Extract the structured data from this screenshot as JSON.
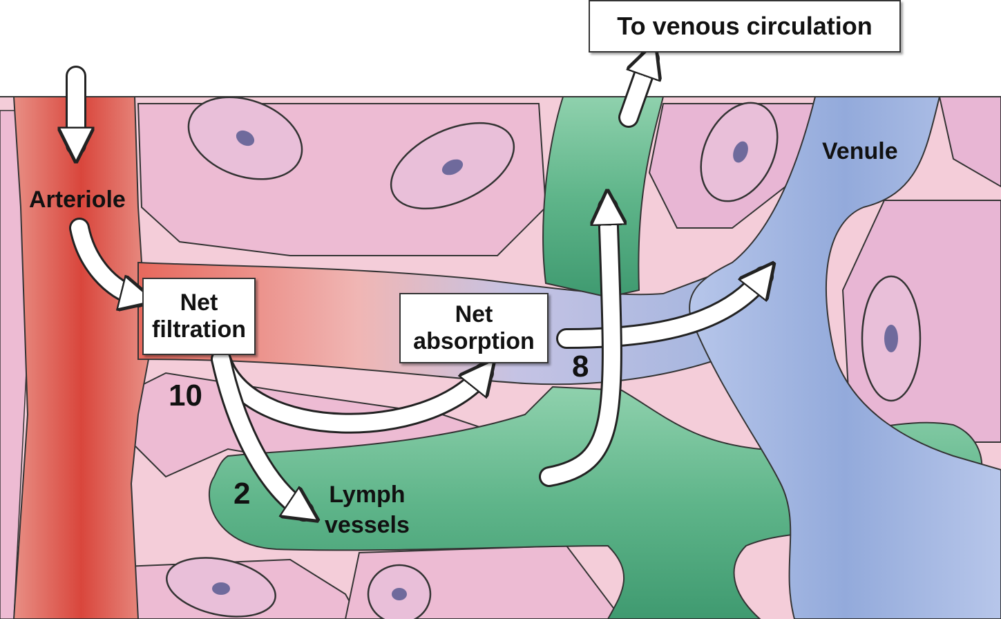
{
  "labels": {
    "top_box": "To venous circulation",
    "venule": "Venule",
    "arteriole": "Arteriole",
    "net_filtration_line1": "Net",
    "net_filtration_line2": "filtration",
    "net_absorption_line1": "Net",
    "net_absorption_line2": "absorption",
    "lymph_line1": "Lymph",
    "lymph_line2": "vessels"
  },
  "values": {
    "filtration": "10",
    "absorption": "8",
    "lymph": "2"
  },
  "colors": {
    "arteriole": "#e06a5e",
    "venule": "#8fa8d8",
    "lymph": "#5fae86",
    "tissue": "#f2c6d4",
    "cell": "#e6b8d6",
    "nucleus": "#6f6a9c",
    "outline": "#2a2a2a"
  }
}
